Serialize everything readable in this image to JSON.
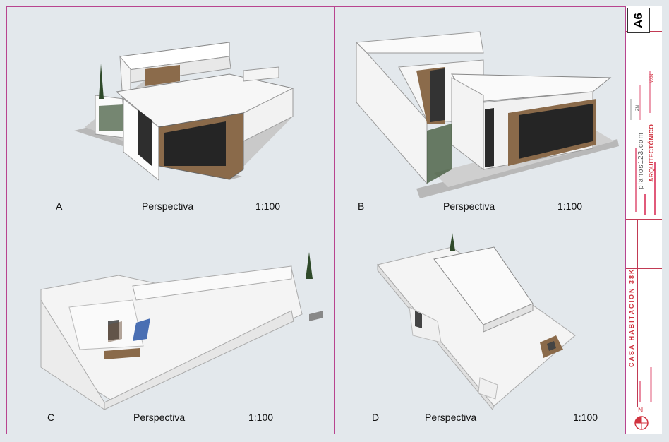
{
  "sheet": {
    "number": "A6",
    "website": "planos123.com",
    "drawing_type": "ARQUITECTÓNICO",
    "project": "CASA HABITACION 38K",
    "mini_texts": [
      "MXN",
      "ZN"
    ],
    "north": "N"
  },
  "panels": [
    {
      "id": "A",
      "title": "Perspectiva",
      "scale": "1:100"
    },
    {
      "id": "B",
      "title": "Perspectiva",
      "scale": "1:100"
    },
    {
      "id": "C",
      "title": "Perspectiva",
      "scale": "1:100"
    },
    {
      "id": "D",
      "title": "Perspectiva",
      "scale": "1:100"
    }
  ],
  "colors": {
    "border": "#b8448f",
    "accent": "#d0333f",
    "wood": "#8a6a4a",
    "garage": "#2b2b2b",
    "paper": "#e3e8ec"
  }
}
